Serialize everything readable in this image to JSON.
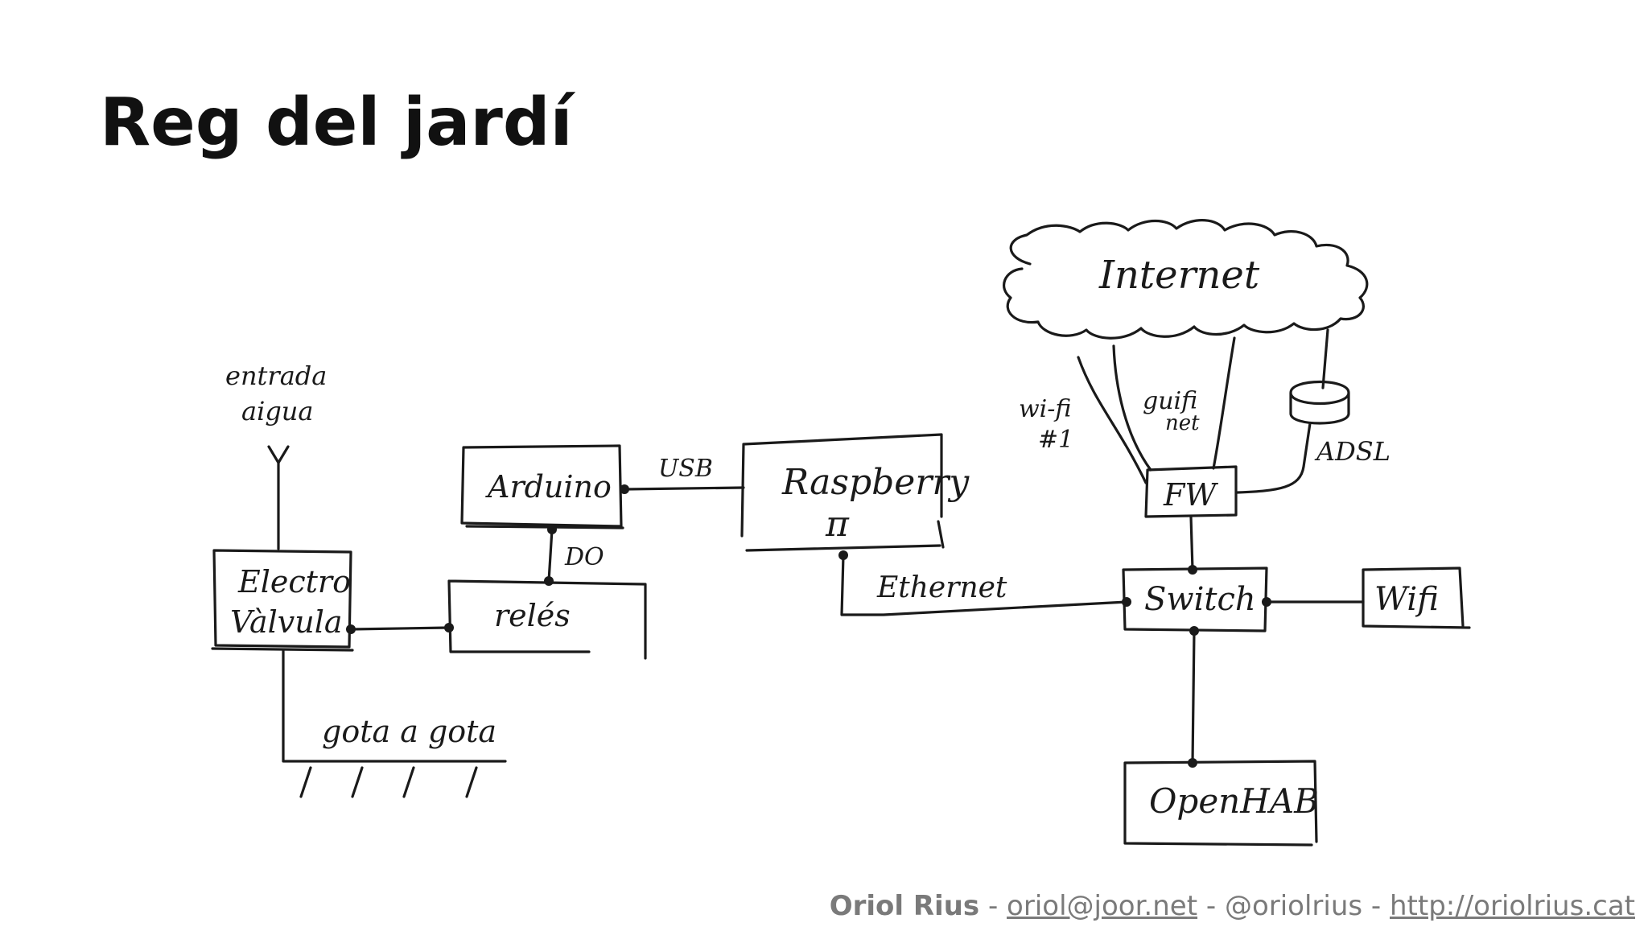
{
  "title": "Reg del jardí",
  "diagram": {
    "nodes": {
      "entrada": "entrada",
      "aigua": "aigua",
      "electro": "Electro",
      "valvula": "Vàlvula",
      "reles": "relés",
      "arduino": "Arduino",
      "raspberry": "Raspberry",
      "pi": "π",
      "internet": "Internet",
      "fw": "FW",
      "switch": "Switch",
      "wifi": "Wifi",
      "openhab": "OpenHAB",
      "gota_a_gota": "gota a gota"
    },
    "links": {
      "usb": "USB",
      "do": "DO",
      "ethernet": "Ethernet",
      "wifi_1_a": "wi-fi",
      "wifi_1_b": "#1",
      "guifi_a": "guifi",
      "guifi_b": "net",
      "adsl": "ADSL"
    }
  },
  "footer": {
    "author": "Oriol Rius",
    "sep1": " - ",
    "email": "oriol@joor.net",
    "sep2": " - ",
    "handle": "@oriolrius",
    "sep3": " - ",
    "url": "http://oriolrius.cat"
  }
}
